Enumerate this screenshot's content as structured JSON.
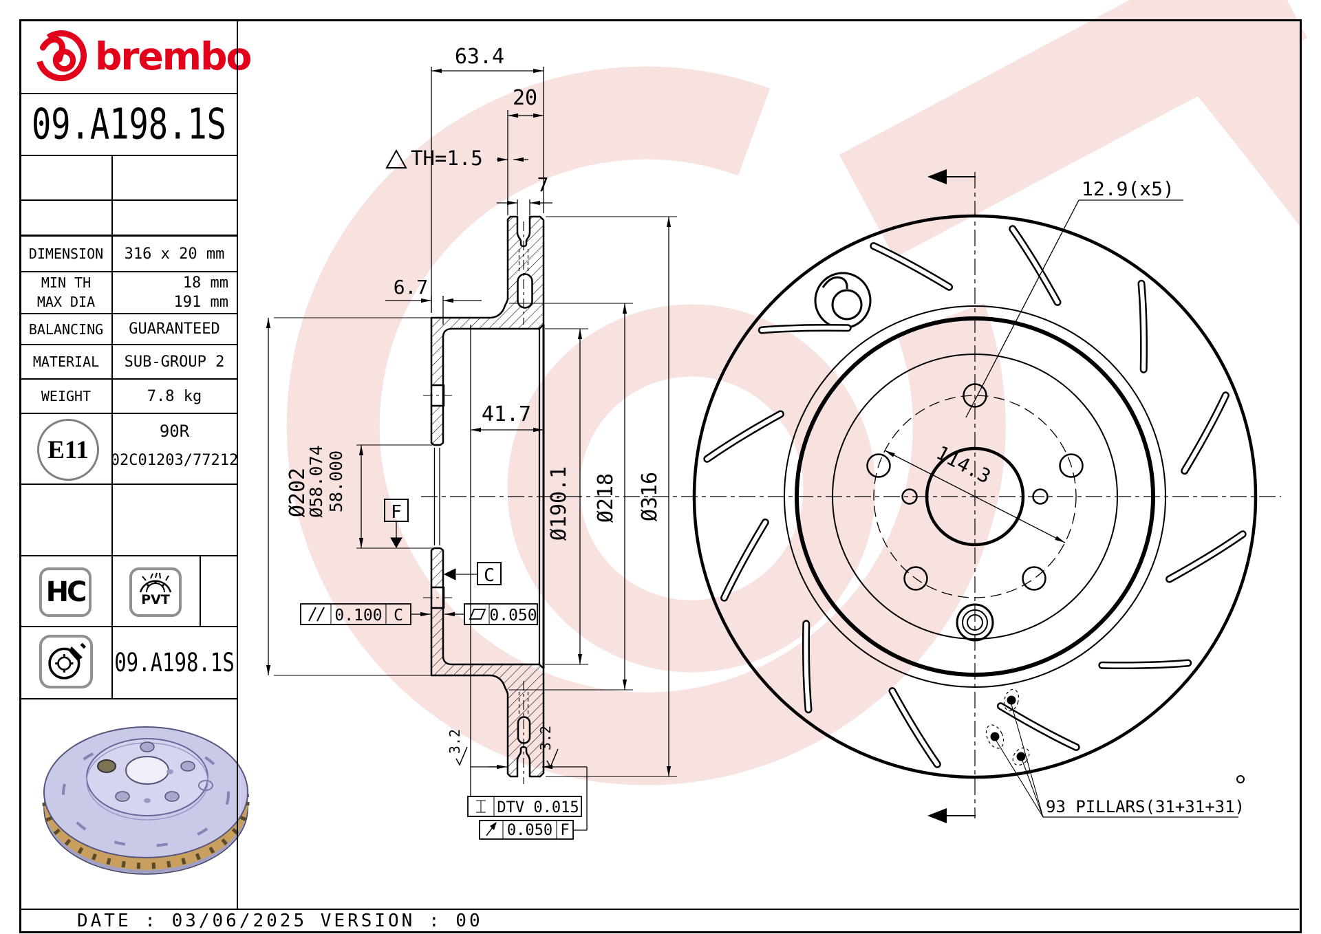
{
  "brand": {
    "wordmark": "brembo",
    "color": "#e2001a"
  },
  "part_number": "09.A198.1S",
  "table": {
    "rows": [
      {
        "label": "DIMENSION",
        "value": "316 x 20 mm"
      },
      {
        "label": "MIN TH",
        "value": "18 mm"
      },
      {
        "label": "MAX DIA",
        "value": "191 mm"
      },
      {
        "label": "BALANCING",
        "value": "GUARANTEED"
      },
      {
        "label": "MATERIAL",
        "value": "SUB-GROUP 2"
      },
      {
        "label": "WEIGHT",
        "value": "7.8 kg"
      }
    ]
  },
  "homologation": {
    "badge": "E11",
    "line1": "90R",
    "line2": "02C01203/77212"
  },
  "badges": {
    "hc": "HC",
    "pvt": "PVT"
  },
  "footer_part_number": "09.A198.1S",
  "footer": {
    "text": "DATE : 03/06/2025 VERSION : 00"
  },
  "section": {
    "dim_63_4": "63.4",
    "dim_20": "20",
    "dim_th": "TH=1.5",
    "dim_7": "7",
    "dim_6_7": "6.7",
    "dim_41_7": "41.7",
    "dia_202": "Ø202",
    "dia_58_hi": "Ø58.074",
    "dia_58_lo": "58.000",
    "dia_190": "Ø190.1",
    "dia_218": "Ø218",
    "dia_316": "Ø316",
    "datum_f": "F",
    "datum_c": "C",
    "parallelism_value": "0.100",
    "parallelism_ref": "C",
    "flatness_value": "0.050",
    "dtv_value": "DTV 0.015",
    "runout_value": "0.050",
    "runout_ref": "F",
    "roughness_left": "3.2",
    "roughness_right": "3.2"
  },
  "front": {
    "bolt_note": "12.9(x5)",
    "bcd": "114.3",
    "pillars_note": "93 PILLARS(31+31+31)"
  }
}
